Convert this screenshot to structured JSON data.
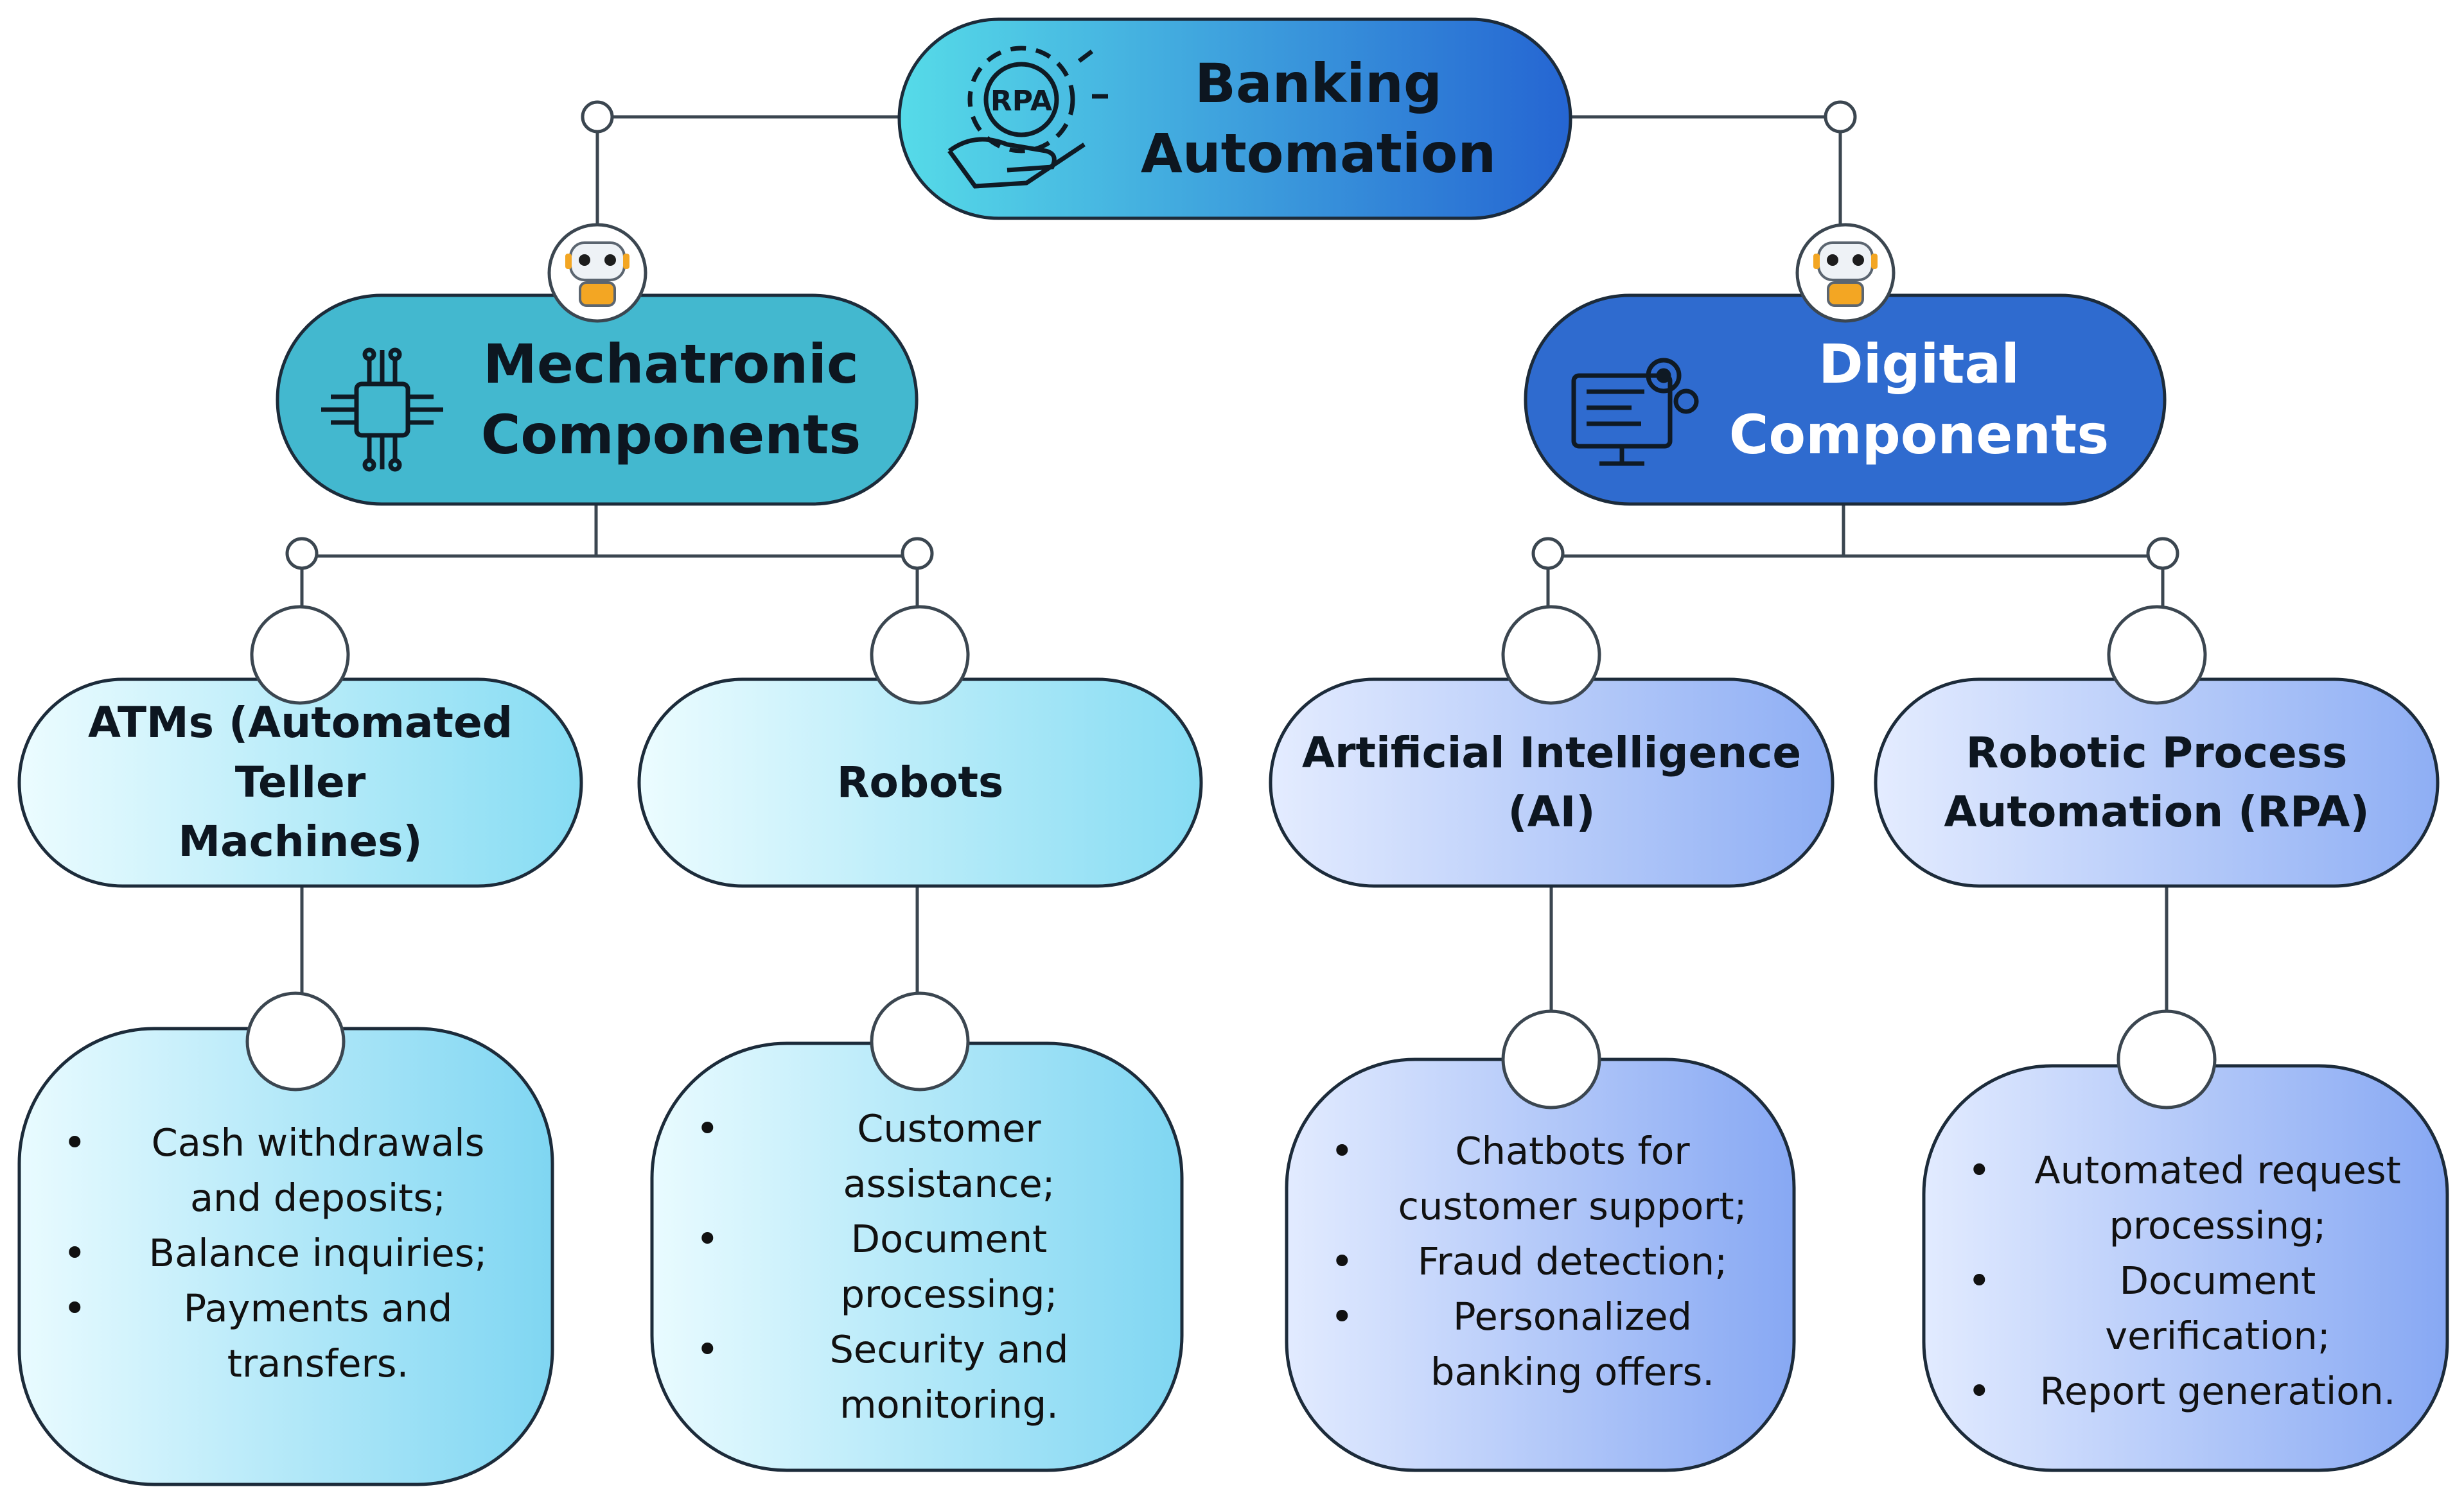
{
  "root": {
    "title_line1": "Banking",
    "title_line2": "Automation",
    "badge": "RPA"
  },
  "branches": [
    {
      "title_line1": "Mechatronic",
      "title_line2": "Components",
      "children": [
        {
          "title_line1": "ATMs (Automated Teller",
          "title_line2": "Machines)",
          "bullets": [
            "Cash withdrawals",
            "and deposits;",
            "Balance inquiries;",
            "Payments and",
            "transfers."
          ]
        },
        {
          "title_line1": "Robots",
          "title_line2": "",
          "bullets": [
            "Customer",
            "assistance;",
            "Document",
            "processing;",
            "Security and",
            "monitoring."
          ]
        }
      ]
    },
    {
      "title_line1": "Digital",
      "title_line2": "Components",
      "children": [
        {
          "title_line1": "Artificial Intelligence",
          "title_line2": "(AI)",
          "bullets": [
            "Chatbots for",
            "customer support;",
            "Fraud detection;",
            "Personalized",
            "banking offers."
          ]
        },
        {
          "title_line1": "Robotic Process",
          "title_line2": "Automation (RPA)",
          "bullets": [
            "Automated request",
            "processing;",
            "Document",
            "verification;",
            "Report generation."
          ]
        }
      ]
    }
  ],
  "colors": {
    "root_grad_start": "#4fd6e6",
    "root_grad_end": "#2a6fd6",
    "mechatronic": "#3fb8d0",
    "digital": "#2f6fd0",
    "cyan_light": "#e8fbff",
    "cyan_mid": "#8be0f5",
    "blue_light": "#dfe9ff",
    "blue_mid": "#93b4f5",
    "line": "#3b4650",
    "connector_fill": "#ffffff"
  }
}
